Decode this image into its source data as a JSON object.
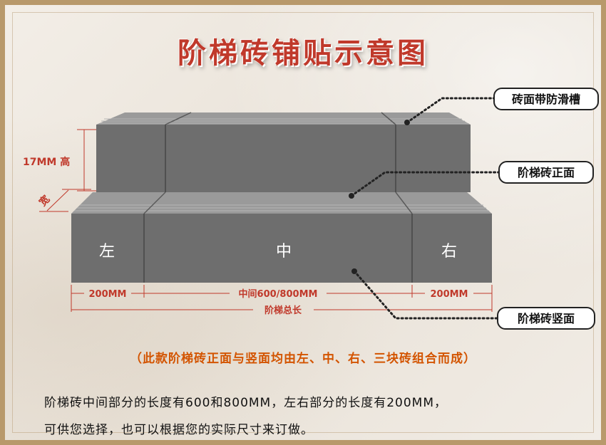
{
  "title": "阶梯砖铺贴示意图",
  "labels": {
    "height": "17MM 高",
    "width": "宽",
    "left": "左",
    "middle": "中",
    "right": "右",
    "dim_left": "200MM",
    "dim_middle": "中间600/800MM",
    "dim_right": "200MM",
    "total_length": "阶梯总长"
  },
  "callouts": {
    "groove": "砖面带防滑槽",
    "front": "阶梯砖正面",
    "riser": "阶梯砖竖面"
  },
  "note": "（此款阶梯砖正面与竖面均由左、中、右、三块砖组合而成）",
  "description": {
    "line1": "阶梯砖中间部分的长度有600和800MM，左右部分的长度有200MM，",
    "line2": "可供您选择，也可以根据您的实际尺寸来订做。"
  },
  "colors": {
    "title": "#c0392b",
    "note": "#d35400",
    "dimension": "#c0392b",
    "tile": "#6e6e6e"
  }
}
